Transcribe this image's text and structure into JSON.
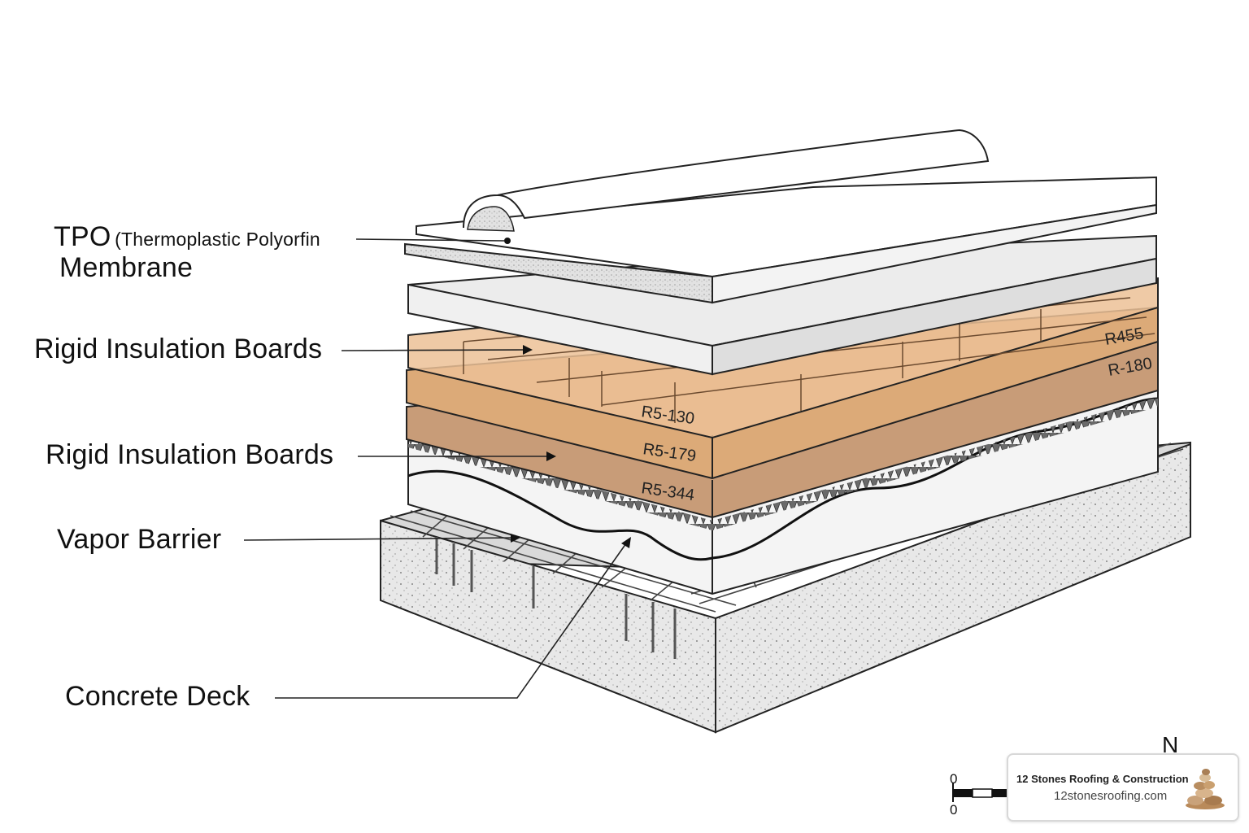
{
  "labels": {
    "tpo_line1_abbr": "TPO",
    "tpo_line1_rest": "(Thermoplastic Polyorfin",
    "tpo_line2": "Membrane",
    "rigid_upper": "Rigid Insulation Boards",
    "rigid_lower": "Rigid Insulation Boards",
    "vapor": "Vapor Barrier",
    "deck": "Concrete Deck"
  },
  "r_values": {
    "r1": "R5-130",
    "r2": "R5-179",
    "r3": "R5-344",
    "r4": "R455",
    "r5": "R-180"
  },
  "scale": {
    "top": "0",
    "bottom": "0"
  },
  "north": "N",
  "credit": {
    "company": "12 Stones Roofing & Construction",
    "url": "12stonesroofing.com"
  },
  "colors": {
    "insulation_light": "#ecc196",
    "insulation_mid": "#dcaa78",
    "insulation_dark": "#c89c78",
    "membrane": "#ffffff",
    "concrete": "#e6e6e6",
    "line": "#222222"
  }
}
